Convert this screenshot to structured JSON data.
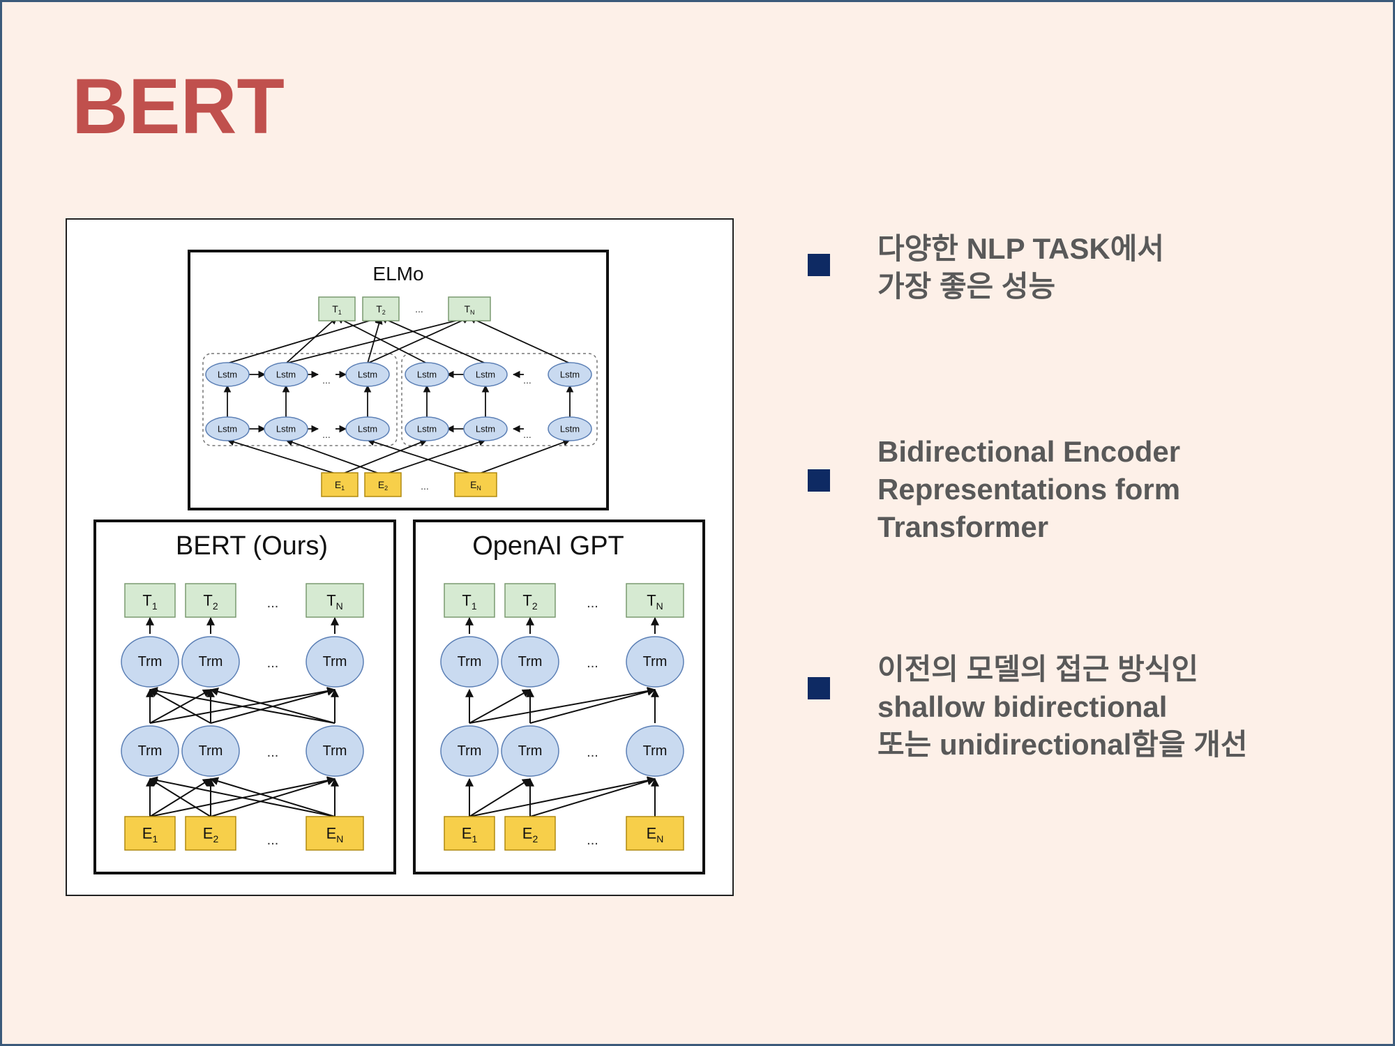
{
  "slide": {
    "title": "BERT",
    "colors": {
      "title": "#c0504d",
      "bullet_marker": "#0e2a63",
      "body_text": "#595959",
      "background": "#fdf0e8"
    }
  },
  "figure": {
    "elmo": {
      "title": "ELMo",
      "outputs": [
        "T1",
        "T2",
        "TN"
      ],
      "lstm_label": "Lstm",
      "inputs": [
        "E1",
        "E2",
        "EN"
      ],
      "ellipsis": "..."
    },
    "bert": {
      "title": "BERT (Ours)",
      "outputs": [
        "T1",
        "T2",
        "TN"
      ],
      "trm_label": "Trm",
      "inputs": [
        "E1",
        "E2",
        "EN"
      ],
      "ellipsis": "..."
    },
    "gpt": {
      "title": "OpenAI GPT",
      "outputs": [
        "T1",
        "T2",
        "TN"
      ],
      "trm_label": "Trm",
      "inputs": [
        "E1",
        "E2",
        "EN"
      ],
      "ellipsis": "..."
    }
  },
  "bullets": [
    {
      "text": "다양한 NLP TASK에서\n가장 좋은 성능"
    },
    {
      "text": "Bidirectional Encoder\nRepresentations form\nTransformer"
    },
    {
      "text": "이전의 모델의 접근 방식인\nshallow bidirectional\n또는 unidirectional함을 개선"
    }
  ]
}
